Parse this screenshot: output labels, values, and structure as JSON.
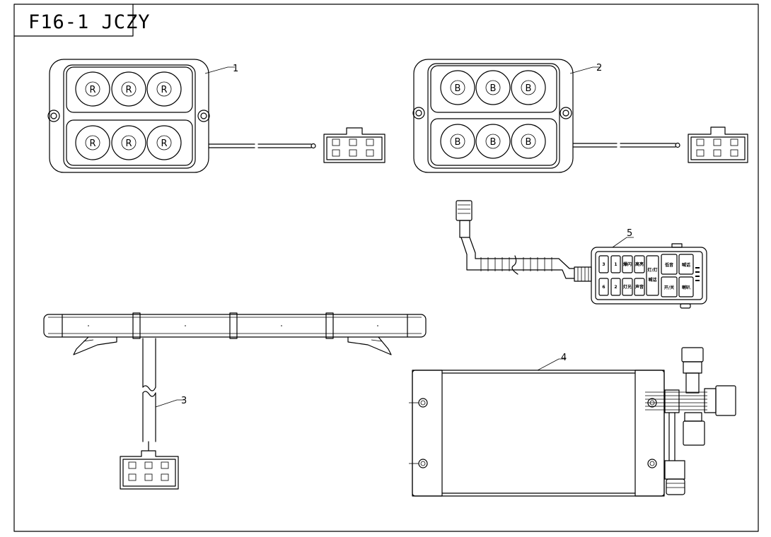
{
  "title_block": {
    "text": "F16-1 JCZY"
  },
  "parts": [
    {
      "id": "1",
      "lens_labels": [
        "R",
        "R",
        "R",
        "R",
        "R",
        "R"
      ]
    },
    {
      "id": "2",
      "lens_labels": [
        "B",
        "B",
        "B",
        "B",
        "B",
        "B"
      ]
    },
    {
      "id": "3"
    },
    {
      "id": "4"
    },
    {
      "id": "5",
      "keys": [
        "3",
        "1",
        "爆闪",
        "高亮",
        "低音",
        "喊话",
        "6",
        "2",
        "灯光",
        "声音",
        "开/关",
        "喇叭",
        "灯/灯",
        "喊话"
      ]
    }
  ],
  "colors": {
    "line": "#000000",
    "background": "#ffffff"
  }
}
